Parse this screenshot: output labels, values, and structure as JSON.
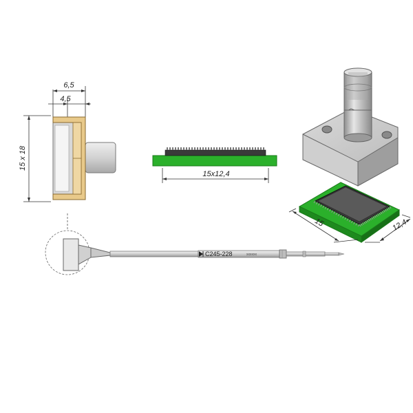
{
  "dimensions": {
    "width_outer": "6,5",
    "width_inner": "4,5",
    "face_size": "15 x 18",
    "chip_size": "15x12,4",
    "iso_length": "15",
    "iso_width": "12,4"
  },
  "cartridge": {
    "model": "C245-228",
    "marking": "xxxxxx"
  },
  "colors": {
    "pcb_green": "#2bb02b",
    "pcb_dark": "#1a7a1a",
    "chip_black": "#2b2b2b",
    "tip_gold": "#e8c98a",
    "metal_grey": "#c9c9c9"
  }
}
